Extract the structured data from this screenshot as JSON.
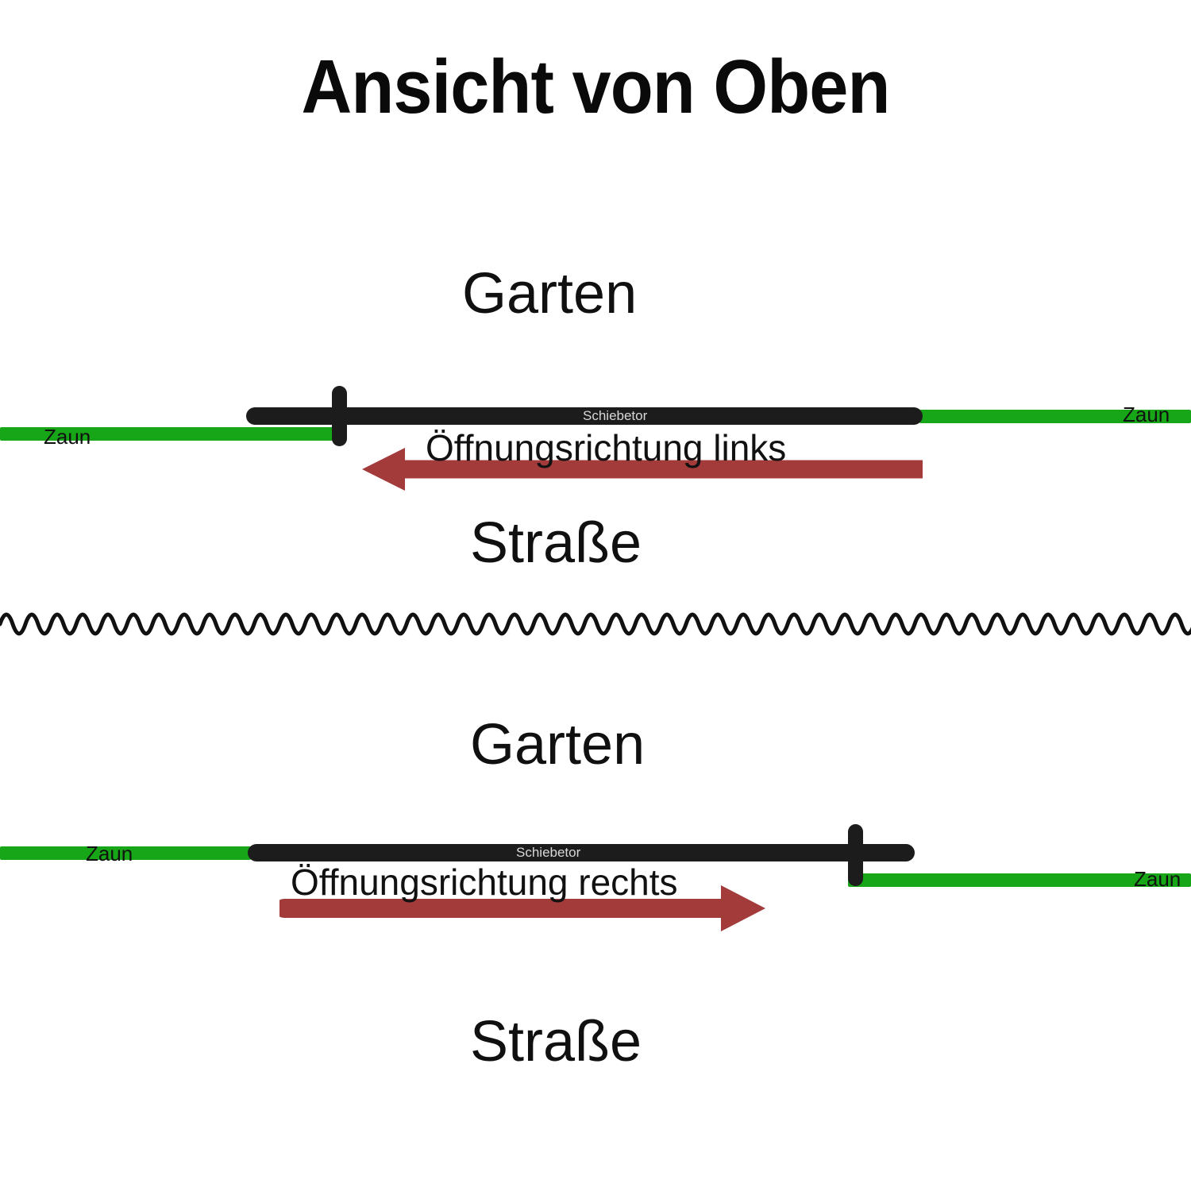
{
  "title": "Ansicht von Oben",
  "colors": {
    "fence_green": "#17a617",
    "gate_black": "#1c1c1c",
    "arrow_red": "#a33b3b",
    "text_black": "#111111",
    "gate_label_text": "#d8d8d8",
    "background": "#ffffff"
  },
  "diagrams": [
    {
      "id": "gate-left",
      "garten_label": "Garten",
      "strasse_label": "Straße",
      "gate_label": "Schiebetor",
      "fence_left_label": "Zaun",
      "fence_right_label": "Zaun",
      "direction_label": "Öffnungsrichtung links",
      "direction": "left"
    },
    {
      "id": "gate-right",
      "garten_label": "Garten",
      "strasse_label": "Straße",
      "gate_label": "Schiebetor",
      "fence_left_label": "Zaun",
      "fence_right_label": "Zaun",
      "direction_label": "Öffnungsrichtung rechts",
      "direction": "right"
    }
  ],
  "divider": {
    "name": "wavy-separator"
  }
}
